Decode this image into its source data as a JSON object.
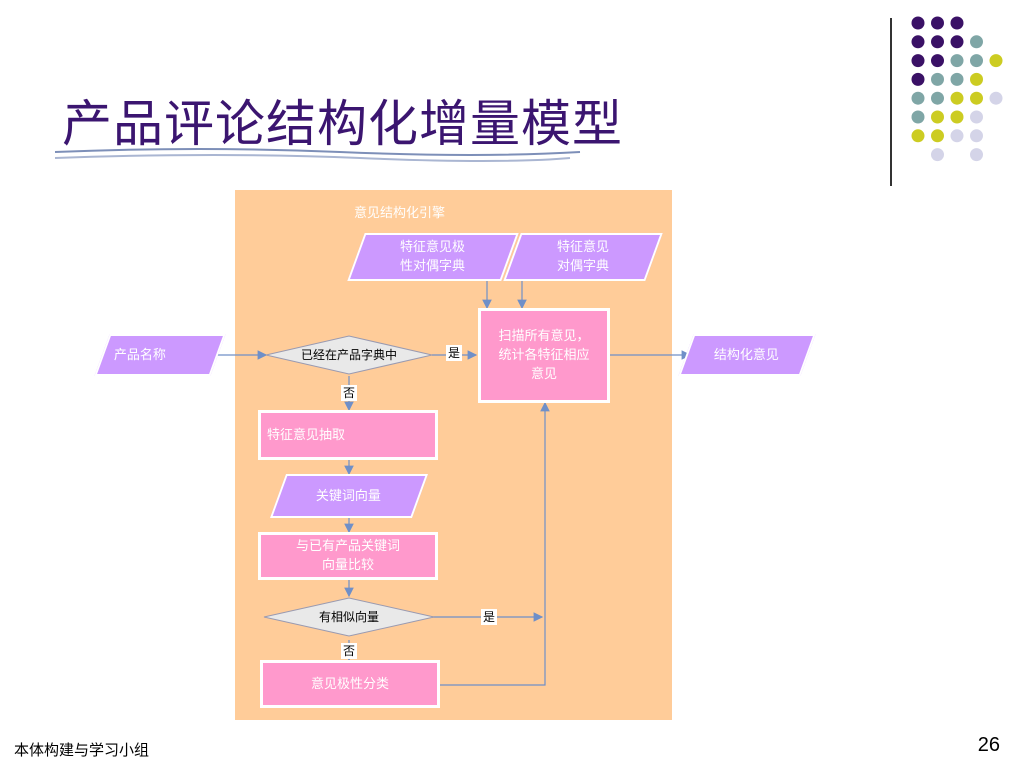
{
  "slide": {
    "title": "产品评论结构化增量模型",
    "footer": "本体构建与学习小组",
    "page_number": "26"
  },
  "diagram": {
    "engine_label": "意见结构化引擎",
    "product_name": "产品名称",
    "polarity_dict": "特征意见极\n性对偶字典",
    "feature_dict": "特征意见\n对偶字典",
    "in_dict_question": "已经在产品字典中",
    "scan_process": "扫描所有意见，\n统计各特征相应\n意见",
    "structured_output": "结构化意见",
    "extract_step": "特征意见抽取",
    "keyword_vector": "关键词向量",
    "compare_step": "与已有产品关键词\n向量比较",
    "similar_question": "有相似向量",
    "polarity_classify": "意见极性分类",
    "yes_label": "是",
    "no_label": "否"
  },
  "colors": {
    "title": "#3b1570",
    "panel": "#ffcc99",
    "parallelogram": "#cc99ff",
    "rectangle": "#ff99cc",
    "arrow": "#6f8fc8",
    "dot_purple": "#3a1166",
    "dot_teal": "#7fa6a6",
    "dot_yellow": "#cccc22",
    "dot_lavender": "#d4d4e8"
  }
}
